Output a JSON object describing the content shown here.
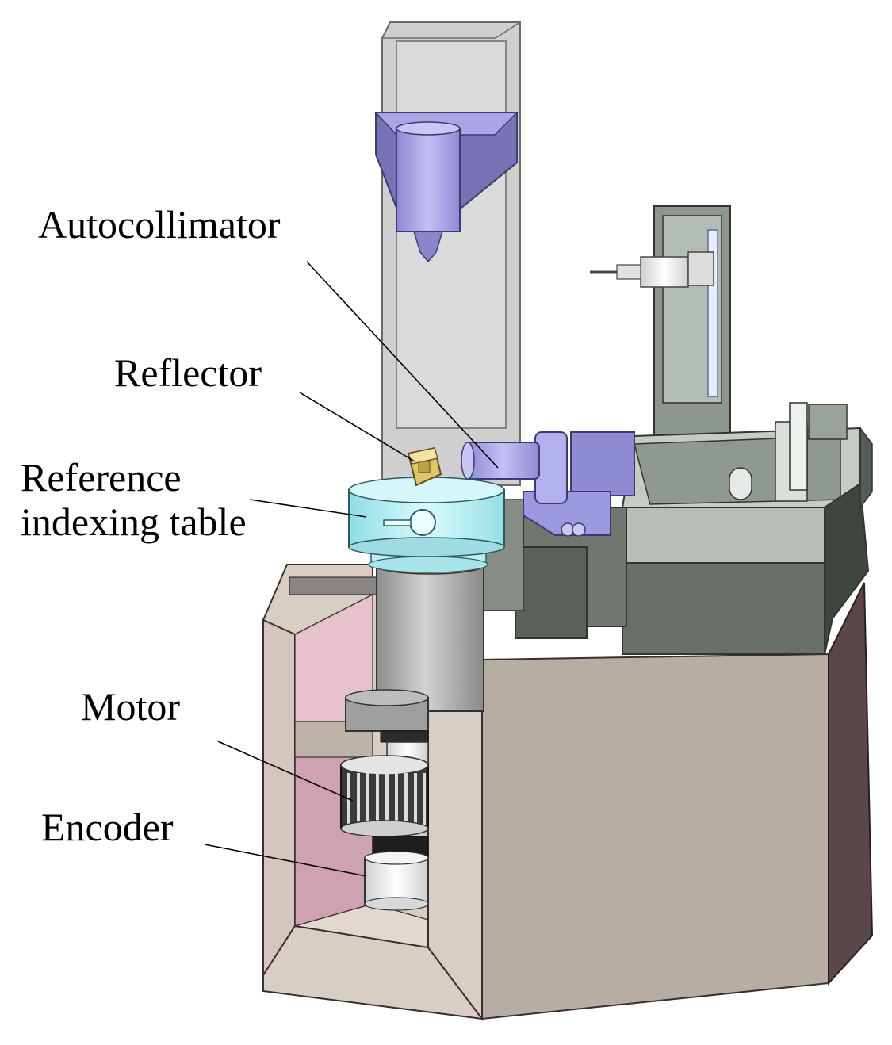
{
  "labels": {
    "autocollimator": "Autocollimator",
    "reflector": "Reflector",
    "reference_table_line1": "Reference",
    "reference_table_line2": "indexing table",
    "motor": "Motor",
    "encoder": "Encoder"
  },
  "colors": {
    "base_front": "#b7ada3",
    "base_side": "#5b4649",
    "base_light": "#d9cec4",
    "cavity_pink": "#e6c3cc",
    "column_grey": "#cfcfcf",
    "column_inner": "#dcdcdc",
    "autocollimator_purple": "#a9a6e8",
    "autocollimator_dark": "#6e6aa8",
    "indexing_table_cyan": "#aeeef2",
    "reflector_gold": "#e0c66a",
    "motor_dark": "#2b2b2b",
    "encoder_white": "#efefef",
    "green_grey": "#6f7a70",
    "green_grey_light": "#aab3ab",
    "leader_line": "#000000"
  }
}
